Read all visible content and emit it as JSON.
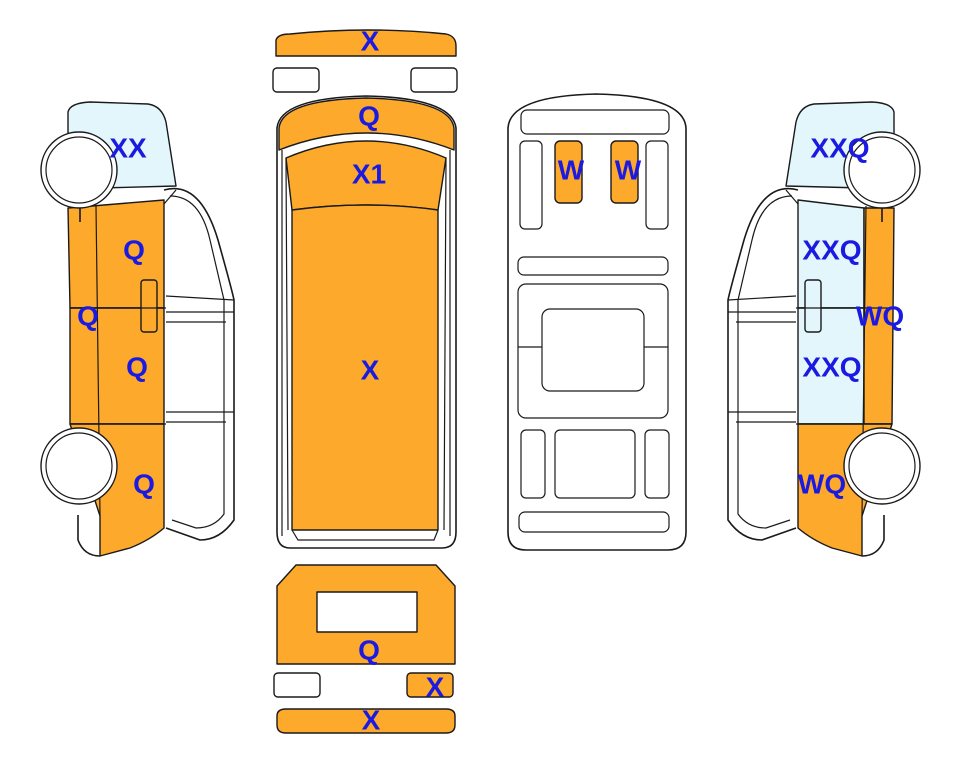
{
  "colors": {
    "damaged": "#FDA92C",
    "paint": "#E2F6FB",
    "clean": "#FFFFFF",
    "outline": "#1A1A1A",
    "code_text": "#1A1AE0"
  },
  "views": {
    "left_side": {
      "codes": {
        "cab": "XX",
        "front_door": "Q",
        "door_seam": "Q",
        "sliding_door": "Q",
        "rear_quarter": "Q"
      }
    },
    "top": {
      "codes": {
        "front_bumper": "X",
        "hood": "Q",
        "windshield": "X1",
        "roof": "X"
      }
    },
    "interior": {
      "codes": {
        "seat_left": "W",
        "seat_right": "W"
      }
    },
    "right_side": {
      "codes": {
        "cab": "XXQ",
        "front_door": "XXQ",
        "door_seam": "WQ",
        "sliding_door": "XXQ",
        "rear_quarter": "WQ"
      }
    },
    "rear": {
      "codes": {
        "tailgate": "Q",
        "rear_light_right": "X",
        "rear_bumper": "X"
      }
    }
  }
}
